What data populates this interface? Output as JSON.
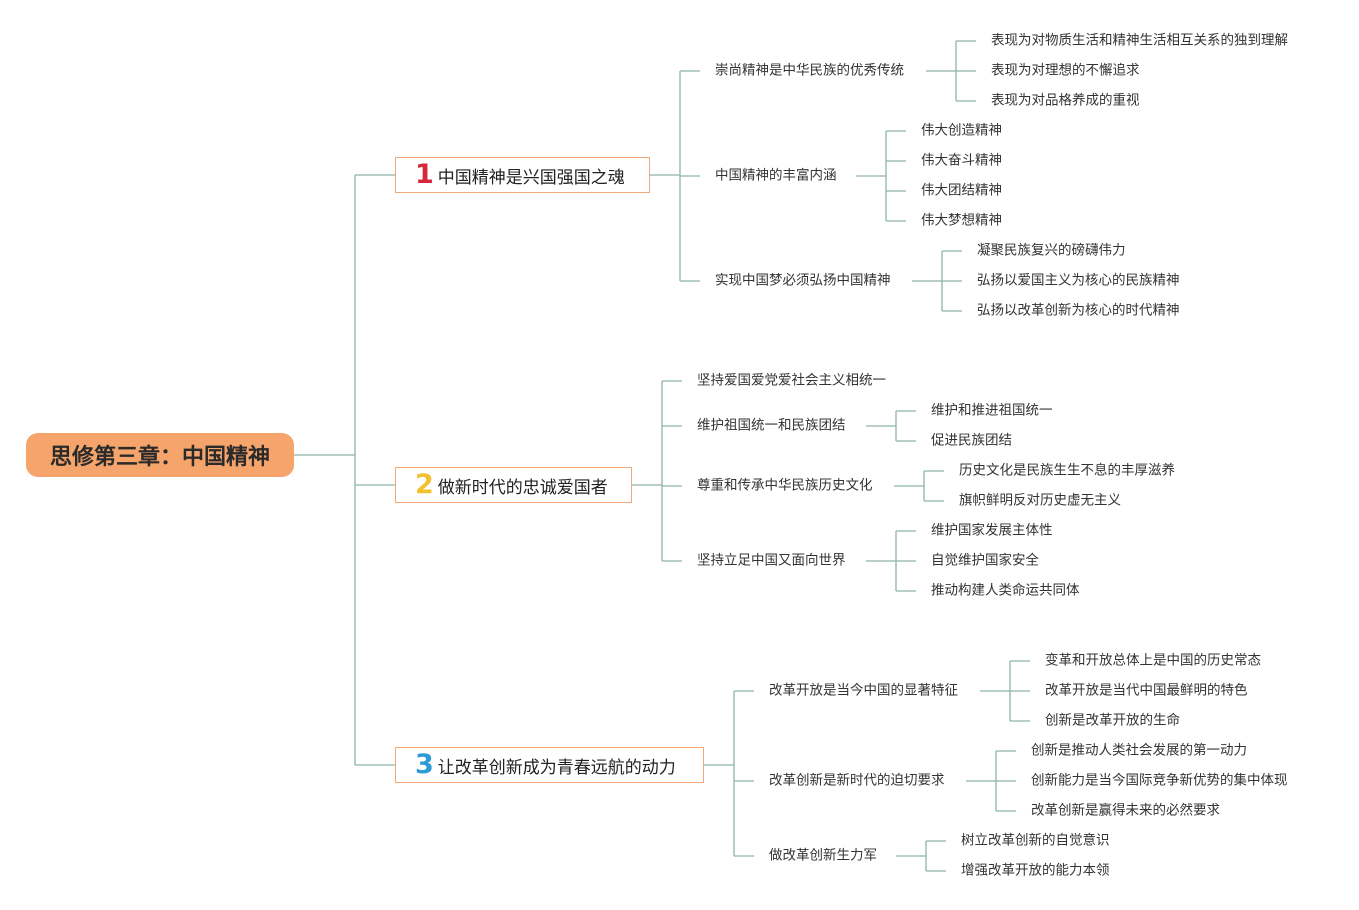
{
  "root": {
    "title": "思修第三章：中国精神"
  },
  "sections": [
    {
      "number": "1",
      "number_color": "#d6283a",
      "title": "中国精神是兴国强国之魂",
      "topics": [
        {
          "label": "崇尚精神是中华民族的优秀传统",
          "points": [
            "表现为对物质生活和精神生活相互关系的独到理解",
            "表现为对理想的不懈追求",
            "表现为对品格养成的重视"
          ]
        },
        {
          "label": "中国精神的丰富内涵",
          "points": [
            "伟大创造精神",
            "伟大奋斗精神",
            "伟大团结精神",
            "伟大梦想精神"
          ]
        },
        {
          "label": "实现中国梦必须弘扬中国精神",
          "points": [
            "凝聚民族复兴的磅礴伟力",
            "弘扬以爱国主义为核心的民族精神",
            "弘扬以改革创新为核心的时代精神"
          ]
        }
      ]
    },
    {
      "number": "2",
      "number_color": "#f2c12e",
      "title": "做新时代的忠诚爱国者",
      "topics": [
        {
          "label": "坚持爱国爱党爱社会主义相统一",
          "points": []
        },
        {
          "label": "维护祖国统一和民族团结",
          "points": [
            "维护和推进祖国统一",
            "促进民族团结"
          ]
        },
        {
          "label": "尊重和传承中华民族历史文化",
          "points": [
            "历史文化是民族生生不息的丰厚滋养",
            "旗帜鲜明反对历史虚无主义"
          ]
        },
        {
          "label": "坚持立足中国又面向世界",
          "points": [
            "维护国家发展主体性",
            "自觉维护国家安全",
            "推动构建人类命运共同体"
          ]
        }
      ]
    },
    {
      "number": "3",
      "number_color": "#2b9ad6",
      "title": "让改革创新成为青春远航的动力",
      "topics": [
        {
          "label": "改革开放是当今中国的显著特征",
          "points": [
            "变革和开放总体上是中国的历史常态",
            "改革开放是当代中国最鲜明的特色",
            "创新是改革开放的生命"
          ]
        },
        {
          "label": "改革创新是新时代的迫切要求",
          "points": [
            "创新是推动人类社会发展的第一动力",
            "创新能力是当今国际竞争新优势的集中体现",
            "改革创新是赢得未来的必然要求"
          ]
        },
        {
          "label": "做改革创新生力军",
          "points": [
            "树立改革创新的自觉意识",
            "增强改革开放的能力本领"
          ]
        }
      ]
    }
  ],
  "colors": {
    "connector": "#8fb5a6",
    "root_fill": "#f5a46b",
    "section_border": "#f0a878",
    "text": "#333333"
  }
}
